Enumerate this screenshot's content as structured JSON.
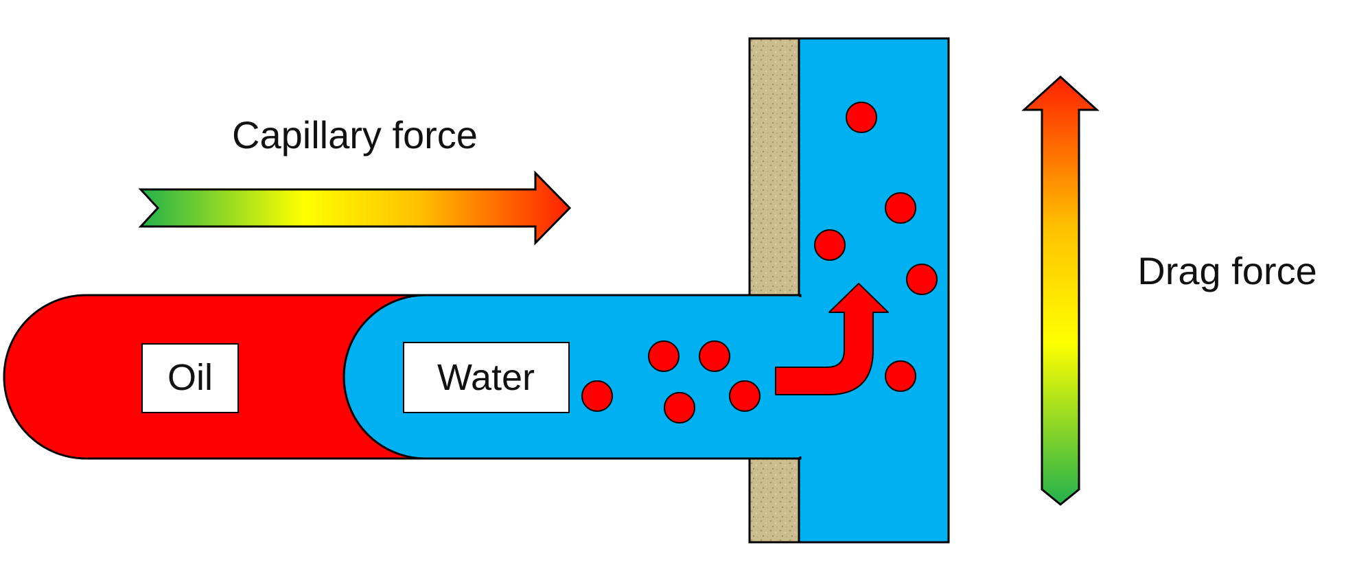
{
  "labels": {
    "capillary_force": "Capillary force",
    "drag_force": "Drag force",
    "oil": "Oil",
    "water": "Water"
  },
  "colors": {
    "oil": "#ff0000",
    "water": "#00b0f0",
    "droplet": "#ff0000",
    "rock": "#c8b98a",
    "outline": "#000000",
    "gradient_start": "#22b14c",
    "gradient_mid": "#ffff00",
    "gradient_end": "#ff2000"
  },
  "icons": {
    "capillary_arrow": "right-arrow-icon",
    "drag_arrow": "up-arrow-icon",
    "flow_arrow": "bent-arrow-icon"
  }
}
